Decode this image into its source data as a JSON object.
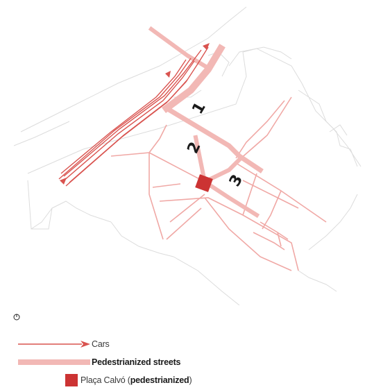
{
  "map": {
    "street_labels": [
      {
        "id": "street-1",
        "text": "1"
      },
      {
        "id": "street-2",
        "text": "2"
      },
      {
        "id": "street-3",
        "text": "3"
      }
    ],
    "colors": {
      "car_route": "#d9534f",
      "pedestrian": "#f2b8b5",
      "plaza": "#cc3333",
      "street_thin": "#f0a8a5",
      "outline": "#d8d8d8"
    },
    "icons": [
      "north-compass-icon"
    ]
  },
  "legend": {
    "cars": "Cars",
    "pedestrianized": "Pedestrianized streets",
    "plaza_name": "Plaça Calvó",
    "plaza_open": " (",
    "plaza_note": "pedestrianized",
    "plaza_close": ")"
  }
}
